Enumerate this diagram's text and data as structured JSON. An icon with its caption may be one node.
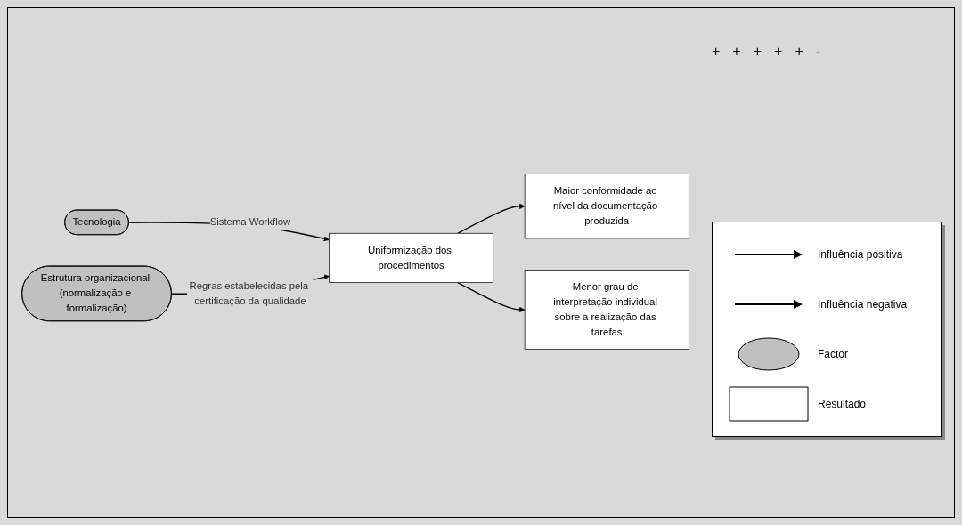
{
  "diagram": {
    "nodes": [
      {
        "text": [
          "Tecnologia"
        ]
      },
      {
        "text": [
          "Uniformização dos procedimentos"
        ]
      },
      {
        "text": [
          "Estrutura organizacional (normalização e formalização)"
        ]
      },
      {
        "text": [
          "Maior conformidade ao nível da documentação produzida"
        ]
      },
      {
        "text": [
          "Menor grau de interpretação individual sobre a realização das tarefas"
        ]
      }
    ],
    "edges": [
      {
        "from": 0,
        "to": 1,
        "arrow": "to",
        "label": "Sistema Workflow"
      },
      {
        "from": 2,
        "to": 1,
        "arrow": "to",
        "label": "Regras estabelecidas pela certificação da qualidade"
      },
      {
        "from": 1,
        "to": 3,
        "arrow": "to"
      },
      {
        "from": 1,
        "to": 4,
        "arrow": "to"
      }
    ],
    "labels": [
      "+",
      "+",
      "+",
      "+",
      "+",
      "-"
    ],
    "legend": [
      {
        "text": "Influência positiva"
      },
      {
        "text": "Influência negativa"
      },
      {
        "text": "Factor"
      },
      {
        "text": "Resultado"
      }
    ]
  }
}
